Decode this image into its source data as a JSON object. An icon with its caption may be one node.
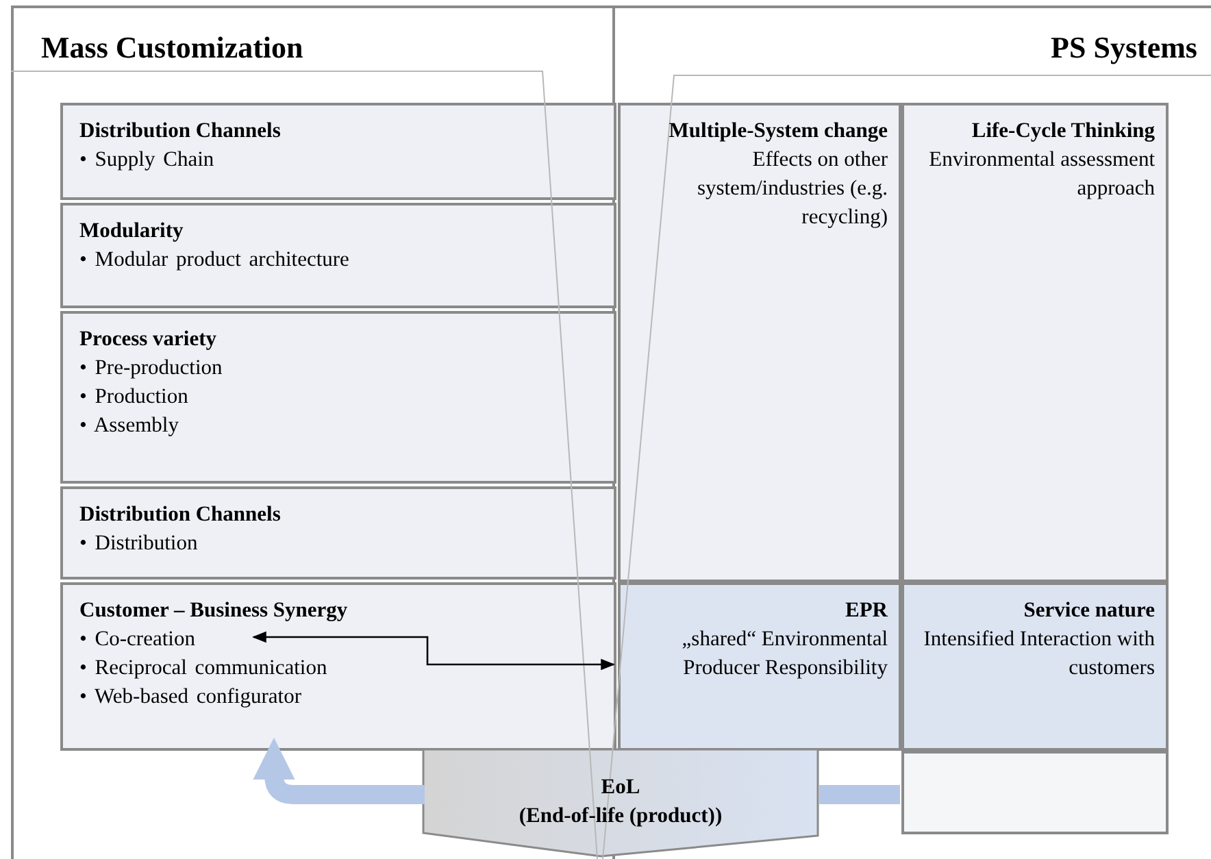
{
  "diagram": {
    "nodes": [
      {
        "text": [
          "Mass Customization"
        ]
      },
      {
        "text": [
          "PS Systems"
        ]
      },
      {
        "text": [
          "Distribution Channels",
          "• Supply Chain"
        ],
        "in": 0
      },
      {
        "text": [
          "Modularity",
          "• Modular product architecture"
        ],
        "in": 0
      },
      {
        "text": [
          "Process variety",
          "• Pre-production",
          "• Production",
          "• Assembly"
        ],
        "in": 0
      },
      {
        "text": [
          "Distribution Channels",
          "• Distribution"
        ],
        "in": 0
      },
      {
        "text": [
          "Customer – Business Synergy",
          "• Co-creation",
          "• Reciprocal communication",
          "• Web-based configurator"
        ],
        "in": 0
      },
      {
        "text": [
          "Multiple-System change",
          "Effects on other system/industries (e.g. recycling)"
        ],
        "in": 1
      },
      {
        "text": [
          "Life-Cycle Thinking",
          "Environmental assessment approach"
        ],
        "in": 1
      },
      {
        "text": [
          "EPR",
          "„shared“ Environmental Producer Responsibility"
        ],
        "in": 1
      },
      {
        "text": [
          "Service nature",
          "Intensified Interaction with customers"
        ],
        "in": 1
      },
      {
        "text": [
          "EoL",
          "(End-of-life (product))"
        ]
      },
      {
        "text": [],
        "shape": "box",
        "in": 1
      }
    ],
    "edges": [
      {
        "from": 6,
        "to": 9,
        "arrow": "both",
        "color": "#000000"
      },
      {
        "from": 11,
        "to": 6,
        "arrow": "to",
        "color": "#b4c7e7"
      },
      {
        "from": 11,
        "to": 12,
        "arrow": "none",
        "color": "#b4c7e7"
      }
    ]
  }
}
